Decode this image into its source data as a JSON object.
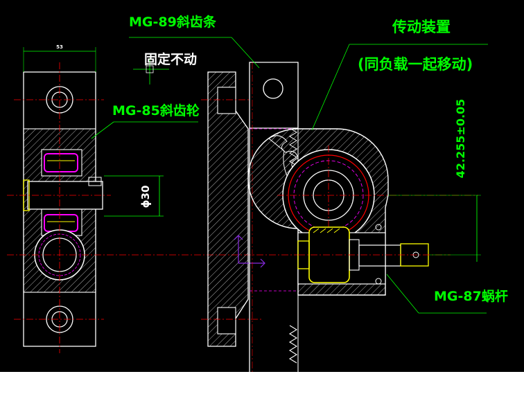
{
  "labels": {
    "rack": "MG-89斜齿条",
    "fixed": "固定不动",
    "gear": "MG-85斜齿轮",
    "drive_title": "传动装置",
    "drive_note": "(同负载一起移动)",
    "worm": "MG-87蜗杆",
    "dim_width": "53",
    "dim_diameter": "ϕ30",
    "dim_center": "42.255±0.05"
  },
  "colors": {
    "background": "#000000",
    "outline": "#ffffff",
    "annotation": "#00ff00",
    "center_line": "#ff0000",
    "hidden": "#ff00ff",
    "highlight": "#ffff00",
    "dimension": "#00ff00"
  }
}
